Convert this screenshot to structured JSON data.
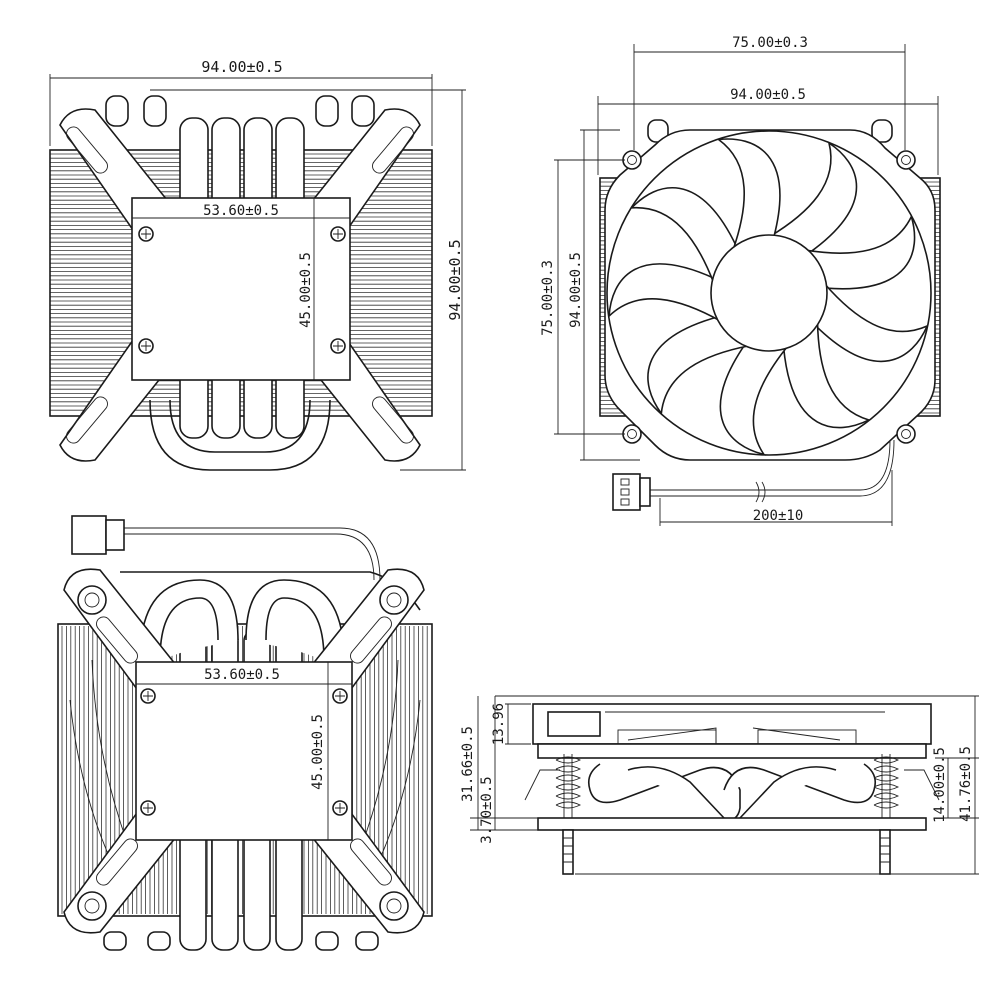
{
  "drawing": {
    "top_view": {
      "width_label": "94.00±0.5",
      "height_label": "94.00±0.5",
      "base_width_label": "53.60±0.5",
      "base_height_label": "45.00±0.5"
    },
    "fan_view": {
      "hole_spacing_h_label": "75.00±0.3",
      "width_label": "94.00±0.5",
      "hole_spacing_v_label": "75.00±0.3",
      "height_label": "94.00±0.5",
      "cable_length_label": "200±10"
    },
    "bottom_view": {
      "base_width_label": "53.60±0.5",
      "base_height_label": "45.00±0.5"
    },
    "side_view": {
      "fan_thickness_label": "13.96",
      "overall_fan_label": "31.66±0.5",
      "base_thickness_label": "3.70±0.5",
      "heatsink_height_label": "14.00±0.5",
      "total_height_label": "41.76±0.5"
    }
  }
}
